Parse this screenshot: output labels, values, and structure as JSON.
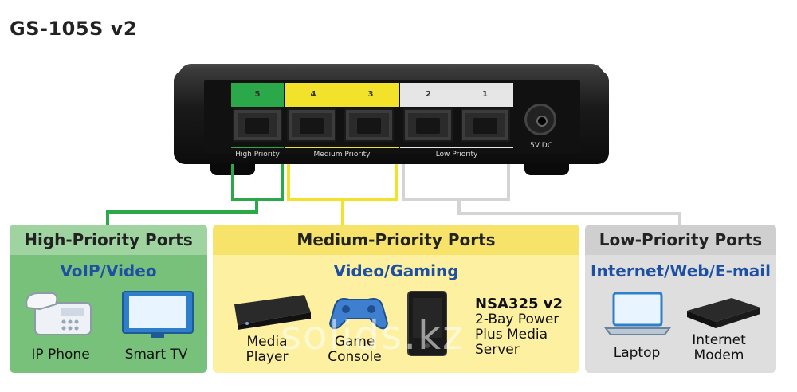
{
  "title": "GS-105S v2",
  "device": {
    "ports": [
      "5",
      "4",
      "3",
      "2",
      "1"
    ],
    "labels": {
      "high": "High Priority",
      "medium": "Medium Priority",
      "low": "Low Priority"
    },
    "power_label": "5V DC"
  },
  "colors": {
    "green": "#2aa84a",
    "yellow": "#f3e22a",
    "gray": "#d9d9d9",
    "panel_green": "#77c17a",
    "panel_yellow": "#fdf0a0",
    "panel_gray": "#dedede",
    "blue": "#1d4fa3"
  },
  "panels": {
    "high": {
      "header": "High-Priority Ports",
      "sub": "VoIP/Video",
      "items": [
        "IP Phone",
        "Smart TV"
      ]
    },
    "medium": {
      "header": "Medium-Priority Ports",
      "sub": "Video/Gaming",
      "items": [
        "Media\nPlayer",
        "Game\nConsole"
      ],
      "nsa": {
        "name": "NSA325 v2",
        "desc": [
          "2-Bay Power",
          "Plus Media",
          "Server"
        ]
      }
    },
    "low": {
      "header": "Low-Priority Ports",
      "sub": "Internet/Web/E-mail",
      "items": [
        "Laptop",
        "Internet\nModem"
      ]
    }
  },
  "watermark": "solids.kz"
}
